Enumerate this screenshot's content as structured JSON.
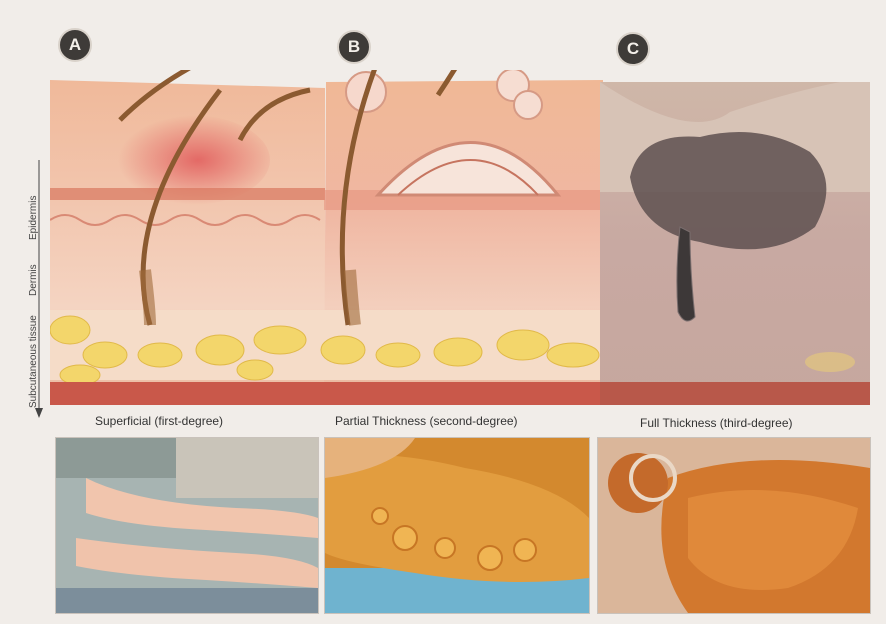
{
  "panels": [
    {
      "letter": "A",
      "caption": "Superficial (first-degree)"
    },
    {
      "letter": "B",
      "caption": "Partial Thickness (second-degree)"
    },
    {
      "letter": "C",
      "caption": "Full Thickness (third-degree)"
    }
  ],
  "layers": {
    "epidermis": "Epidermis",
    "dermis": "Dermis",
    "subcutaneous": "Subcutaneous tissue"
  }
}
